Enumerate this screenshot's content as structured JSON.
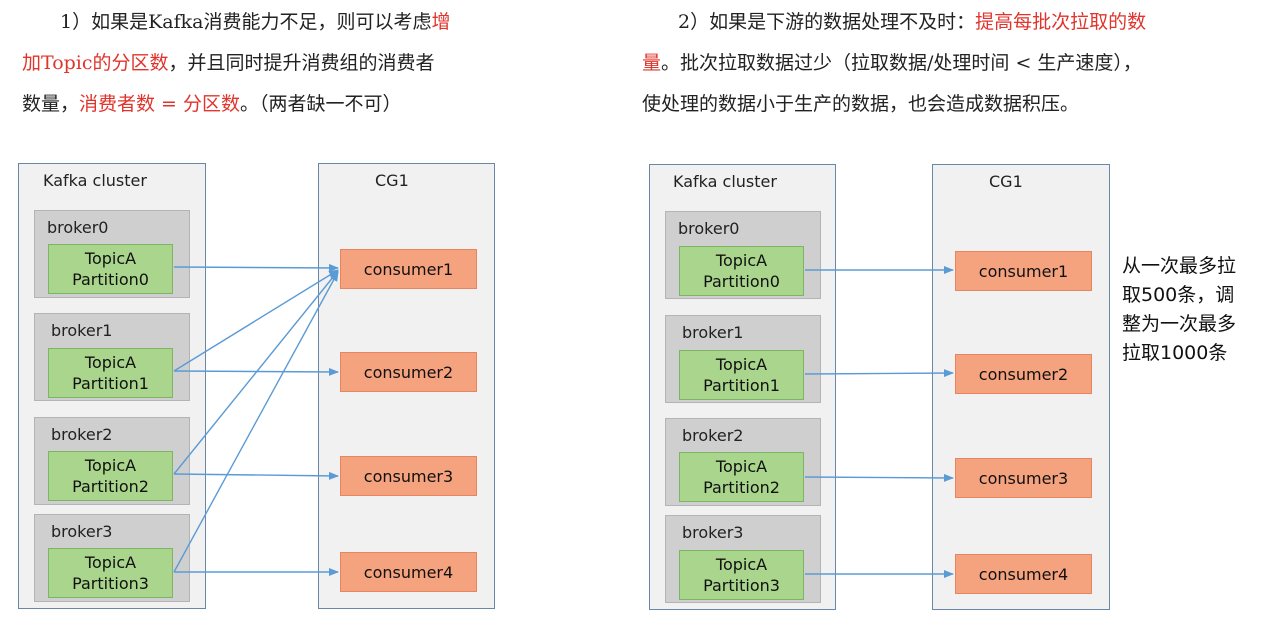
{
  "left_text": {
    "line1": {
      "a": "1）如果是Kafka消费能力不足，则可以考虑",
      "b": "增"
    },
    "line2": {
      "a": "加Topic的分区数",
      "b": "，并且同时提升消费组的消费者"
    },
    "line3": {
      "a": "数量，",
      "b": "消费者数 = 分区数",
      "c": "。（两者缺一不可）"
    }
  },
  "right_text": {
    "line1": {
      "a": "2）如果是下游的数据处理不及时：",
      "b": "提高每批次拉取的数"
    },
    "line2": {
      "a": "量",
      "b": "。批次拉取数据过少（拉取数据/处理时间 < 生产速度），"
    },
    "line3": {
      "a": "使处理的数据小于生产的数据，也会造成数据积压。"
    }
  },
  "colors": {
    "highlight": "#e0342c",
    "arrow": "#5b9bd5",
    "partition": "#a9d58c",
    "consumer": "#f5a27e"
  },
  "left_diagram": {
    "cluster_title": "Kafka cluster",
    "group_title": "CG1",
    "brokers": [
      {
        "name": "broker0",
        "topic": "TopicA",
        "partition": "Partition0"
      },
      {
        "name": "broker1",
        "topic": "TopicA",
        "partition": "Partition1"
      },
      {
        "name": "broker2",
        "topic": "TopicA",
        "partition": "Partition2"
      },
      {
        "name": "broker3",
        "topic": "TopicA",
        "partition": "Partition3"
      }
    ],
    "consumers": [
      "consumer1",
      "consumer2",
      "consumer3",
      "consumer4"
    ]
  },
  "right_diagram": {
    "cluster_title": "Kafka cluster",
    "group_title": "CG1",
    "brokers": [
      {
        "name": "broker0",
        "topic": "TopicA",
        "partition": "Partition0"
      },
      {
        "name": "broker1",
        "topic": "TopicA",
        "partition": "Partition1"
      },
      {
        "name": "broker2",
        "topic": "TopicA",
        "partition": "Partition2"
      },
      {
        "name": "broker3",
        "topic": "TopicA",
        "partition": "Partition3"
      }
    ],
    "consumers": [
      "consumer1",
      "consumer2",
      "consumer3",
      "consumer4"
    ],
    "note": [
      "从一次最多拉",
      "取500条，调",
      "整为一次最多",
      "拉取1000条"
    ]
  }
}
